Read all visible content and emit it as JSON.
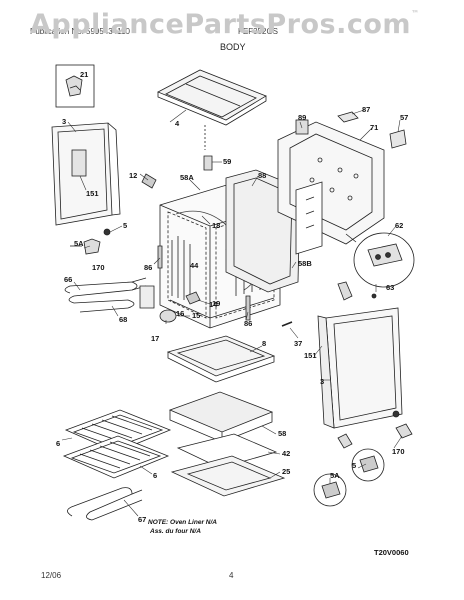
{
  "header": {
    "left_text": "Publication No. 5995434110",
    "model_text": "FEF352GS",
    "section_title": "BODY",
    "watermark": "AppliancePartsPros.com",
    "watermark_mark": "™"
  },
  "labels": {
    "p21": "21",
    "p4": "4",
    "p3L": "3",
    "p151L": "151",
    "p5L": "5",
    "p5AL": "5A",
    "p170L": "170",
    "p66": "66",
    "p68": "68",
    "p12": "12",
    "p58A": "58A",
    "p59": "59",
    "p18": "18",
    "p86L": "86",
    "p44": "44",
    "p88": "88",
    "p89": "89",
    "p87": "87",
    "p71": "71",
    "p57": "57",
    "p58B": "58B",
    "p62": "62",
    "p63": "63",
    "p19": "19",
    "p14": "14",
    "p15": "15",
    "p16": "16",
    "p17": "17",
    "p86R": "86",
    "p37": "37",
    "p151R": "151",
    "p3R": "3",
    "p8": "8",
    "p58": "58",
    "p42": "42",
    "p25": "25",
    "p6a": "6",
    "p6b": "6",
    "p67": "67",
    "p5R": "5",
    "p5AR": "5A",
    "p170R": "170"
  },
  "note": {
    "line1": "NOTE: Oven Liner N/A",
    "line2": "Ass. du four N/A"
  },
  "drawing_code": "T20V0060",
  "footer": {
    "date": "12/06",
    "page": "4"
  }
}
